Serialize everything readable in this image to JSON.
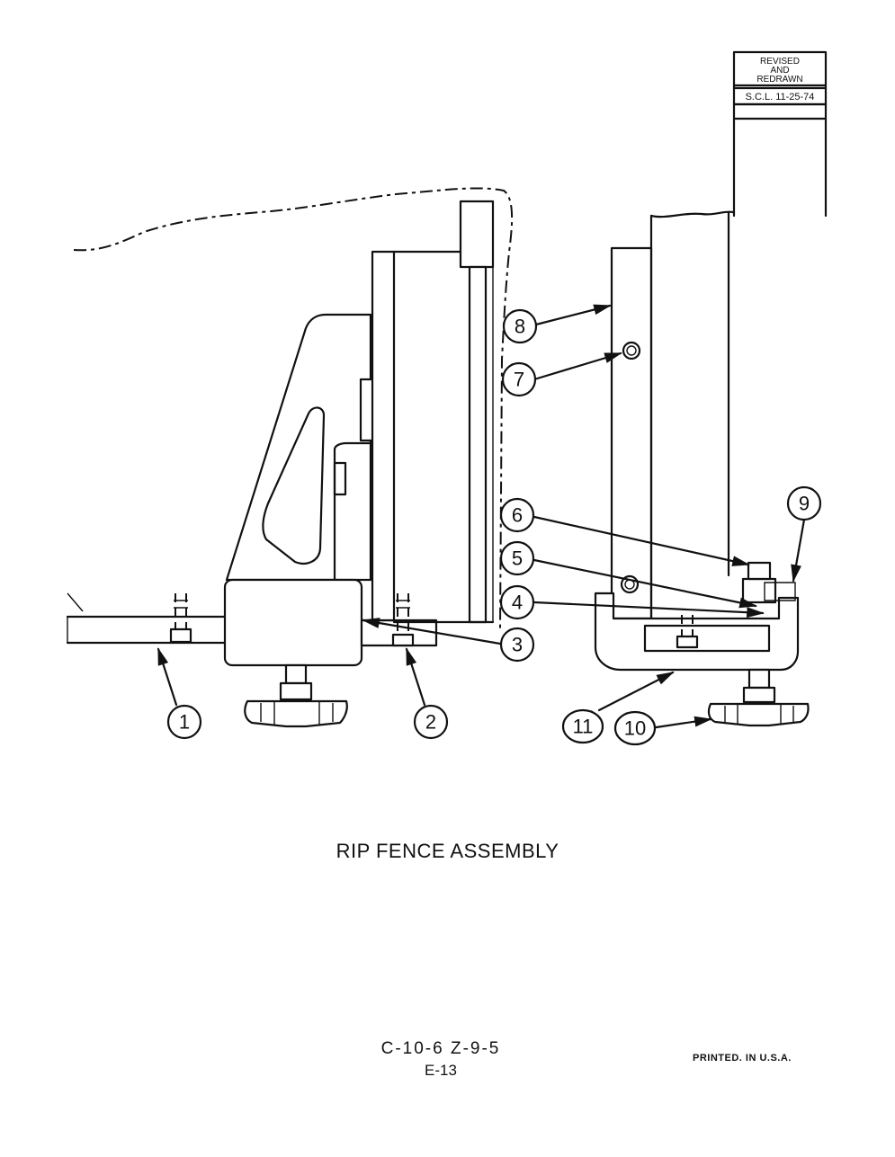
{
  "revision_box": {
    "line1": "REVISED",
    "line2": "AND",
    "line3": "REDRAWN",
    "line4": "S.C.L. 11-25-74"
  },
  "callouts": [
    "1",
    "2",
    "3",
    "4",
    "5",
    "6",
    "7",
    "8",
    "9",
    "10",
    "11"
  ],
  "title": "RIP FENCE ASSEMBLY",
  "drawing_code": "C-10-6 Z-9-5",
  "page_code": "E-13",
  "printed": "PRINTED. IN U.S.A."
}
